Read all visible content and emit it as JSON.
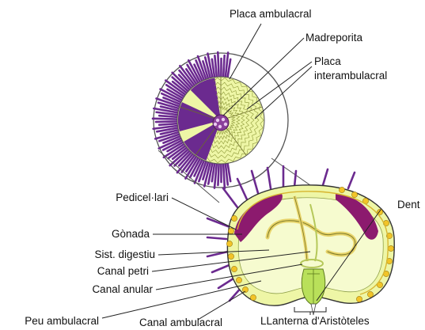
{
  "labels": {
    "placa_ambulacral": "Placa ambulacral",
    "madreporita": "Madreporita",
    "placa_interambulacral_1": "Placa",
    "placa_interambulacral_2": "interambulacral",
    "pedicellari": "Pedicel·lari",
    "gonada": "Gònada",
    "sist_digestiu": "Sist. digestiu",
    "canal_petri": "Canal petri",
    "canal_anular": "Canal anular",
    "peu_ambulacral": "Peu ambulacral",
    "canal_ambulacral": "Canal ambulacral",
    "llanterna": "LLanterna d'Aristòteles",
    "dent": "Dent"
  },
  "colors": {
    "test_fill": "#eef6a6",
    "spine": "#6b2a8f",
    "gonad": "#8c1a6e",
    "tube_feet": "#f2c428",
    "lantern": "#b9e05a",
    "madreporite": "#8a3f9a"
  }
}
